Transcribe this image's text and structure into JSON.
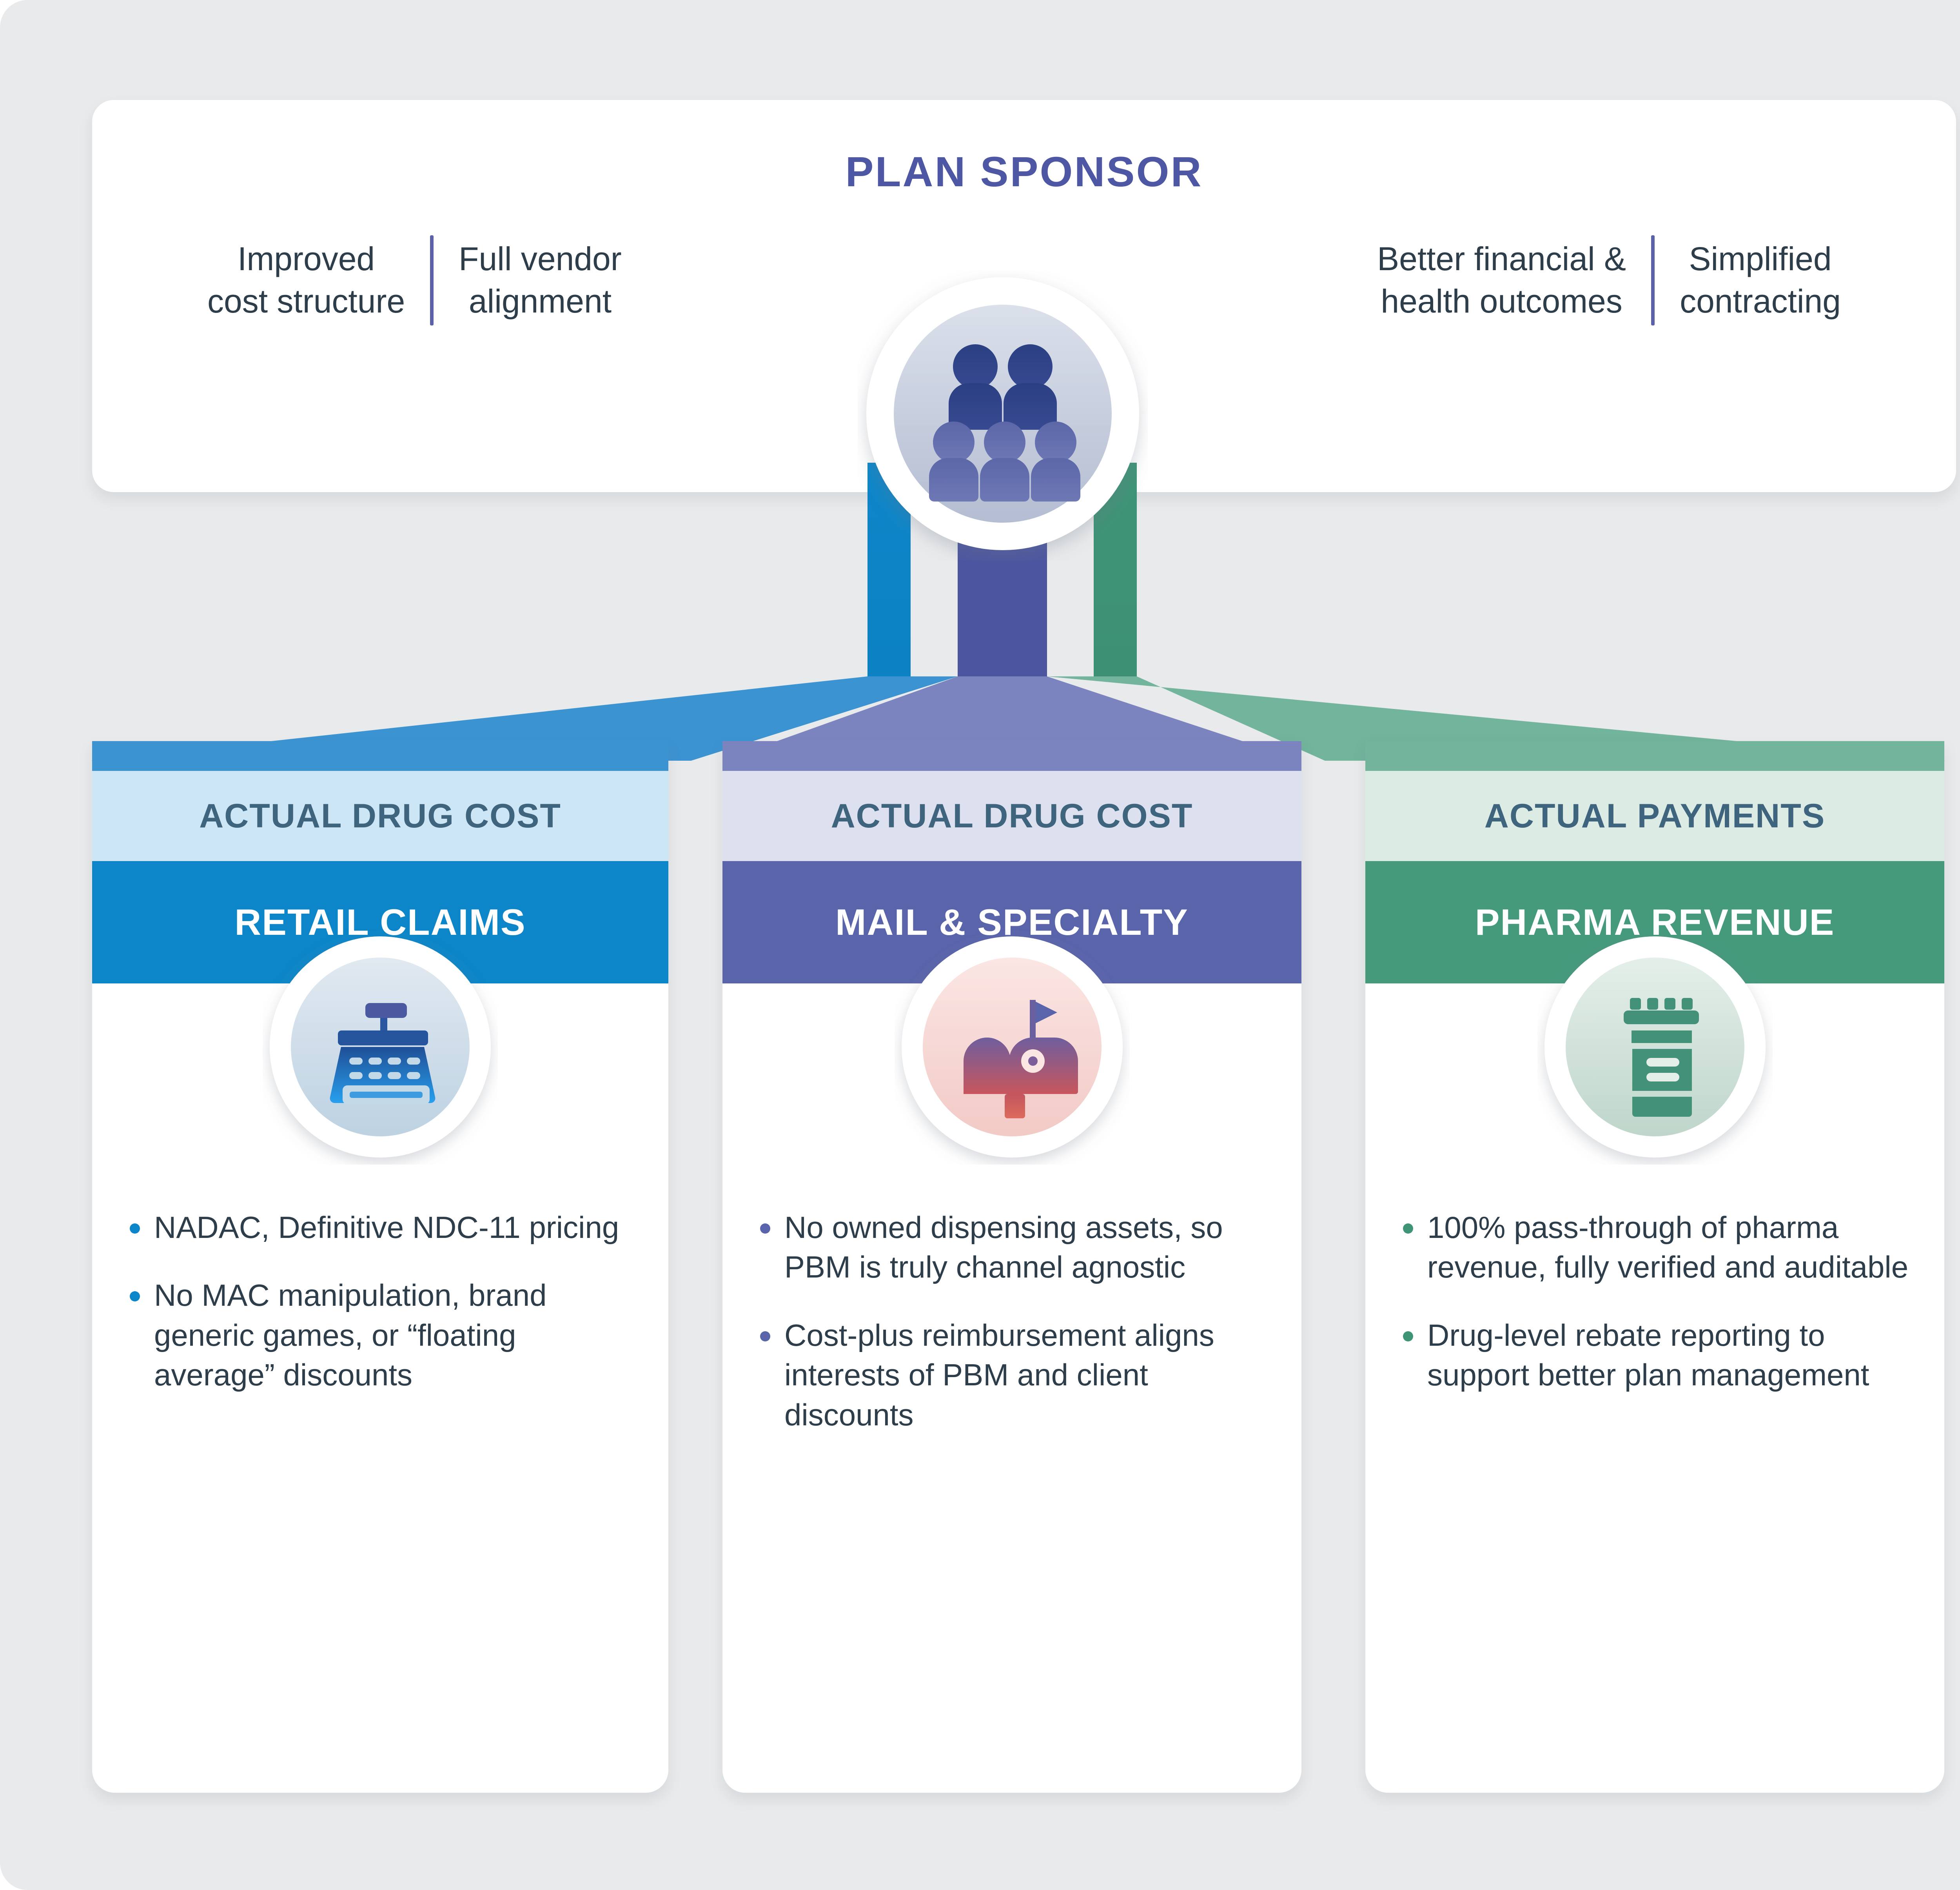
{
  "colors": {
    "canvas": "#e8eaeb",
    "card": "#ffffff",
    "title_purple": "#4d57a4",
    "body_text": "#2d3d4a",
    "eyebrow_text": "#3e657d",
    "divider": "#5b62a8",
    "retail_primary": "#0c86c8",
    "retail_cap": "#3c93d1",
    "retail_light": "#cde6f5",
    "retail_bullet": "#0c86c8",
    "mail_primary": "#5a64ab",
    "mail_cap": "#7c84bf",
    "mail_light": "#dde0ef",
    "mail_bullet": "#5a64ab",
    "pharma_primary": "#459a7c",
    "pharma_cap": "#72b49c",
    "pharma_light": "#dcebe4",
    "pharma_bullet": "#3f9476"
  },
  "header": {
    "title": "PLAN SPONSOR",
    "benefits_left": [
      "Improved\ncost structure",
      "Full vendor\nalignment"
    ],
    "benefits_right": [
      "Better financial &\nhealth outcomes",
      "Simplified\ncontracting"
    ],
    "center_icon": "group-of-people-icon"
  },
  "columns": [
    {
      "id": "retail",
      "eyebrow": "ACTUAL DRUG COST",
      "title": "RETAIL CLAIMS",
      "icon": "cash-register-icon",
      "bullets": [
        "NADAC, Definitive NDC-11 pricing",
        "No MAC manipulation, brand generic games, or “floating average” discounts"
      ]
    },
    {
      "id": "mail",
      "eyebrow": "ACTUAL DRUG COST",
      "title": "MAIL & SPECIALTY",
      "icon": "mailbox-icon",
      "bullets": [
        "No owned dispensing assets, so PBM is truly channel agnostic",
        "Cost-plus reimbursement aligns interests of PBM and client discounts"
      ]
    },
    {
      "id": "pharma",
      "eyebrow": "ACTUAL PAYMENTS",
      "title": "PHARMA REVENUE",
      "icon": "pill-bottle-icon",
      "bullets": [
        "100% pass-through of pharma revenue, fully verified and auditable",
        "Drug-level rebate reporting to support better plan management"
      ]
    }
  ]
}
